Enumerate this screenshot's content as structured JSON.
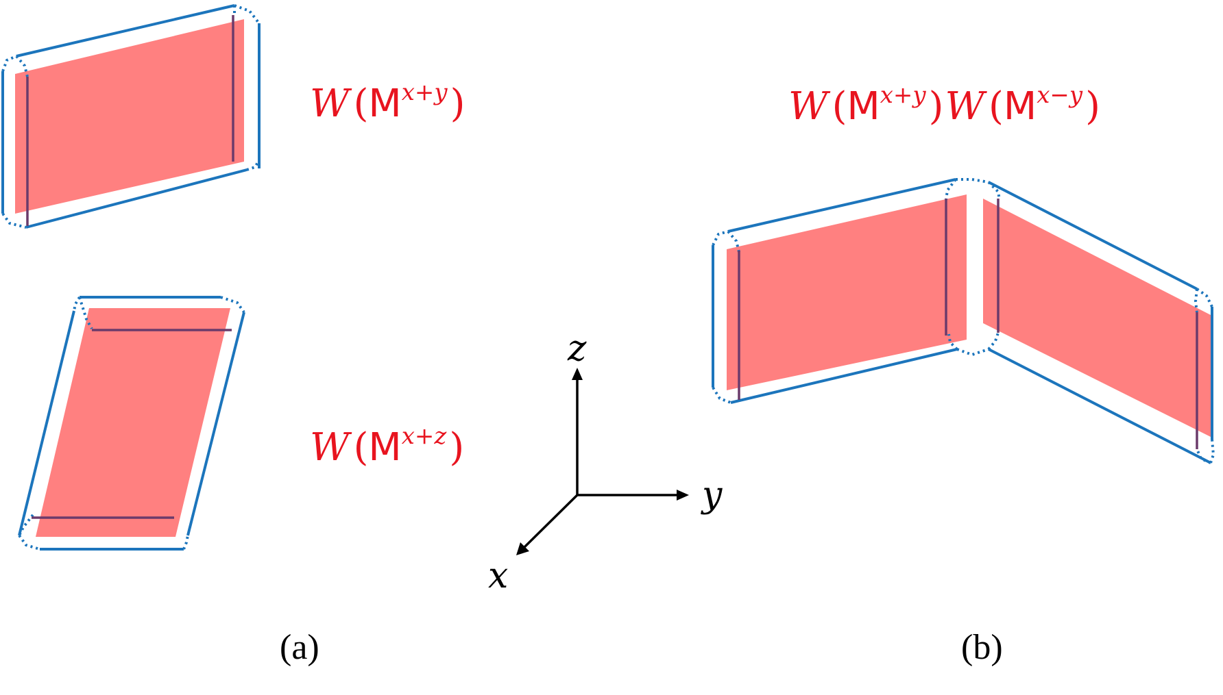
{
  "labels": {
    "op_xy": {
      "w": "W",
      "open": "(",
      "m": "M",
      "sup": "x+y",
      "close": ")"
    },
    "op_xz": {
      "w": "W",
      "open": "(",
      "m": "M",
      "sup": "x+z",
      "close": ")"
    },
    "op_product": {
      "w1": "W",
      "open1": "(",
      "m1": "M",
      "sup1": "x+y",
      "close1": ")",
      "w2": "W",
      "open2": "(",
      "m2": "M",
      "sup2": "x−y",
      "close2": ")"
    }
  },
  "axes": {
    "z": "z",
    "y": "y",
    "x": "x"
  },
  "panels": {
    "a": "(a)",
    "b": "(b)"
  },
  "colors": {
    "sheet": "#ff8080",
    "frame": "#1c75bc",
    "inner_line": "#6b3b6b",
    "label": "#e8141f",
    "axis": "#000000"
  }
}
